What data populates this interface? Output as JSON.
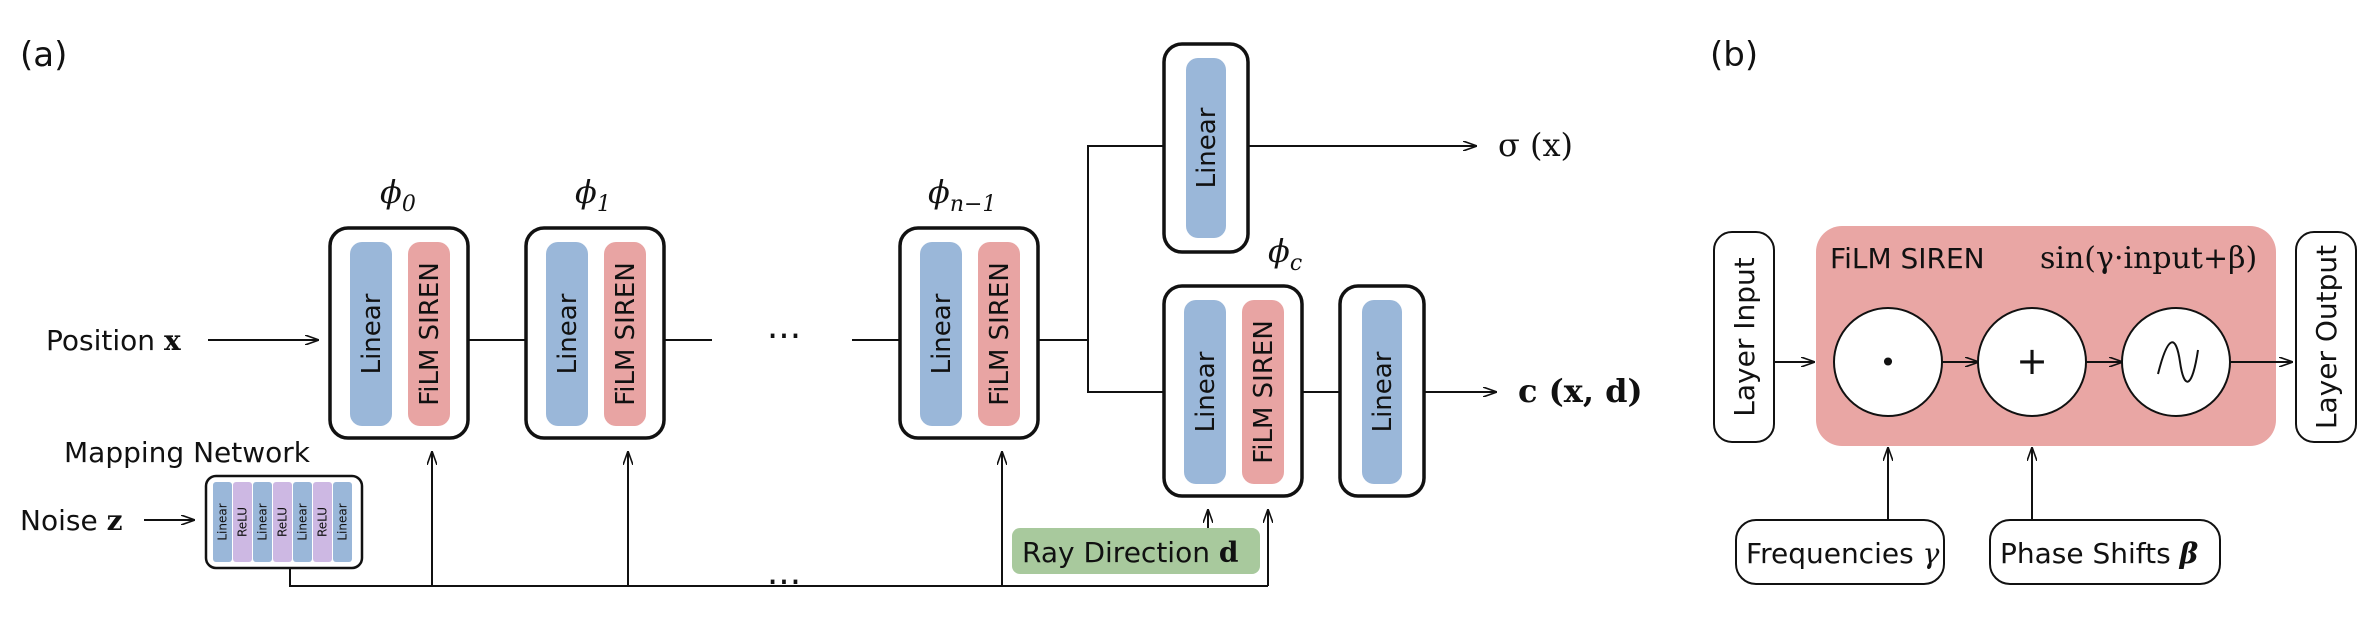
{
  "panel_a": {
    "label": "(a)",
    "position_label": "Position",
    "position_var": "x",
    "phi0": "ϕ",
    "phi0_sub": "0",
    "phi1": "ϕ",
    "phi1_sub": "1",
    "phin": "ϕ",
    "phin_sub": "n−1",
    "phic": "ϕ",
    "phic_sub": "c",
    "linear": "Linear",
    "film": "FiLM SIREN",
    "ellipsis": "···",
    "mapping_title": "Mapping Network",
    "noise_label": "Noise",
    "noise_var": "z",
    "mapping_layers": [
      "Linear",
      "ReLU",
      "Linear",
      "ReLU",
      "Linear",
      "ReLU",
      "Linear"
    ],
    "ray_label": "Ray Direction",
    "ray_var": "d",
    "sigma_out": "σ (x)",
    "color_out": "c (x, d)"
  },
  "panel_b": {
    "label": "(b)",
    "layer_input": "Layer Input",
    "layer_output": "Layer Output",
    "film_title": "FiLM SIREN",
    "film_formula": "sin(γ·input+β)",
    "freq_label": "Frequencies",
    "freq_var": "γ",
    "phase_label": "Phase Shifts",
    "phase_var": "β",
    "dot": "•",
    "plus": "+"
  },
  "colors": {
    "linear_blue": "#9ab7d9",
    "film_red": "#e8a4a3",
    "relu_purple": "#cdb8e3",
    "ray_green": "#a8c99d",
    "film_bg": "#e9a6a4"
  }
}
